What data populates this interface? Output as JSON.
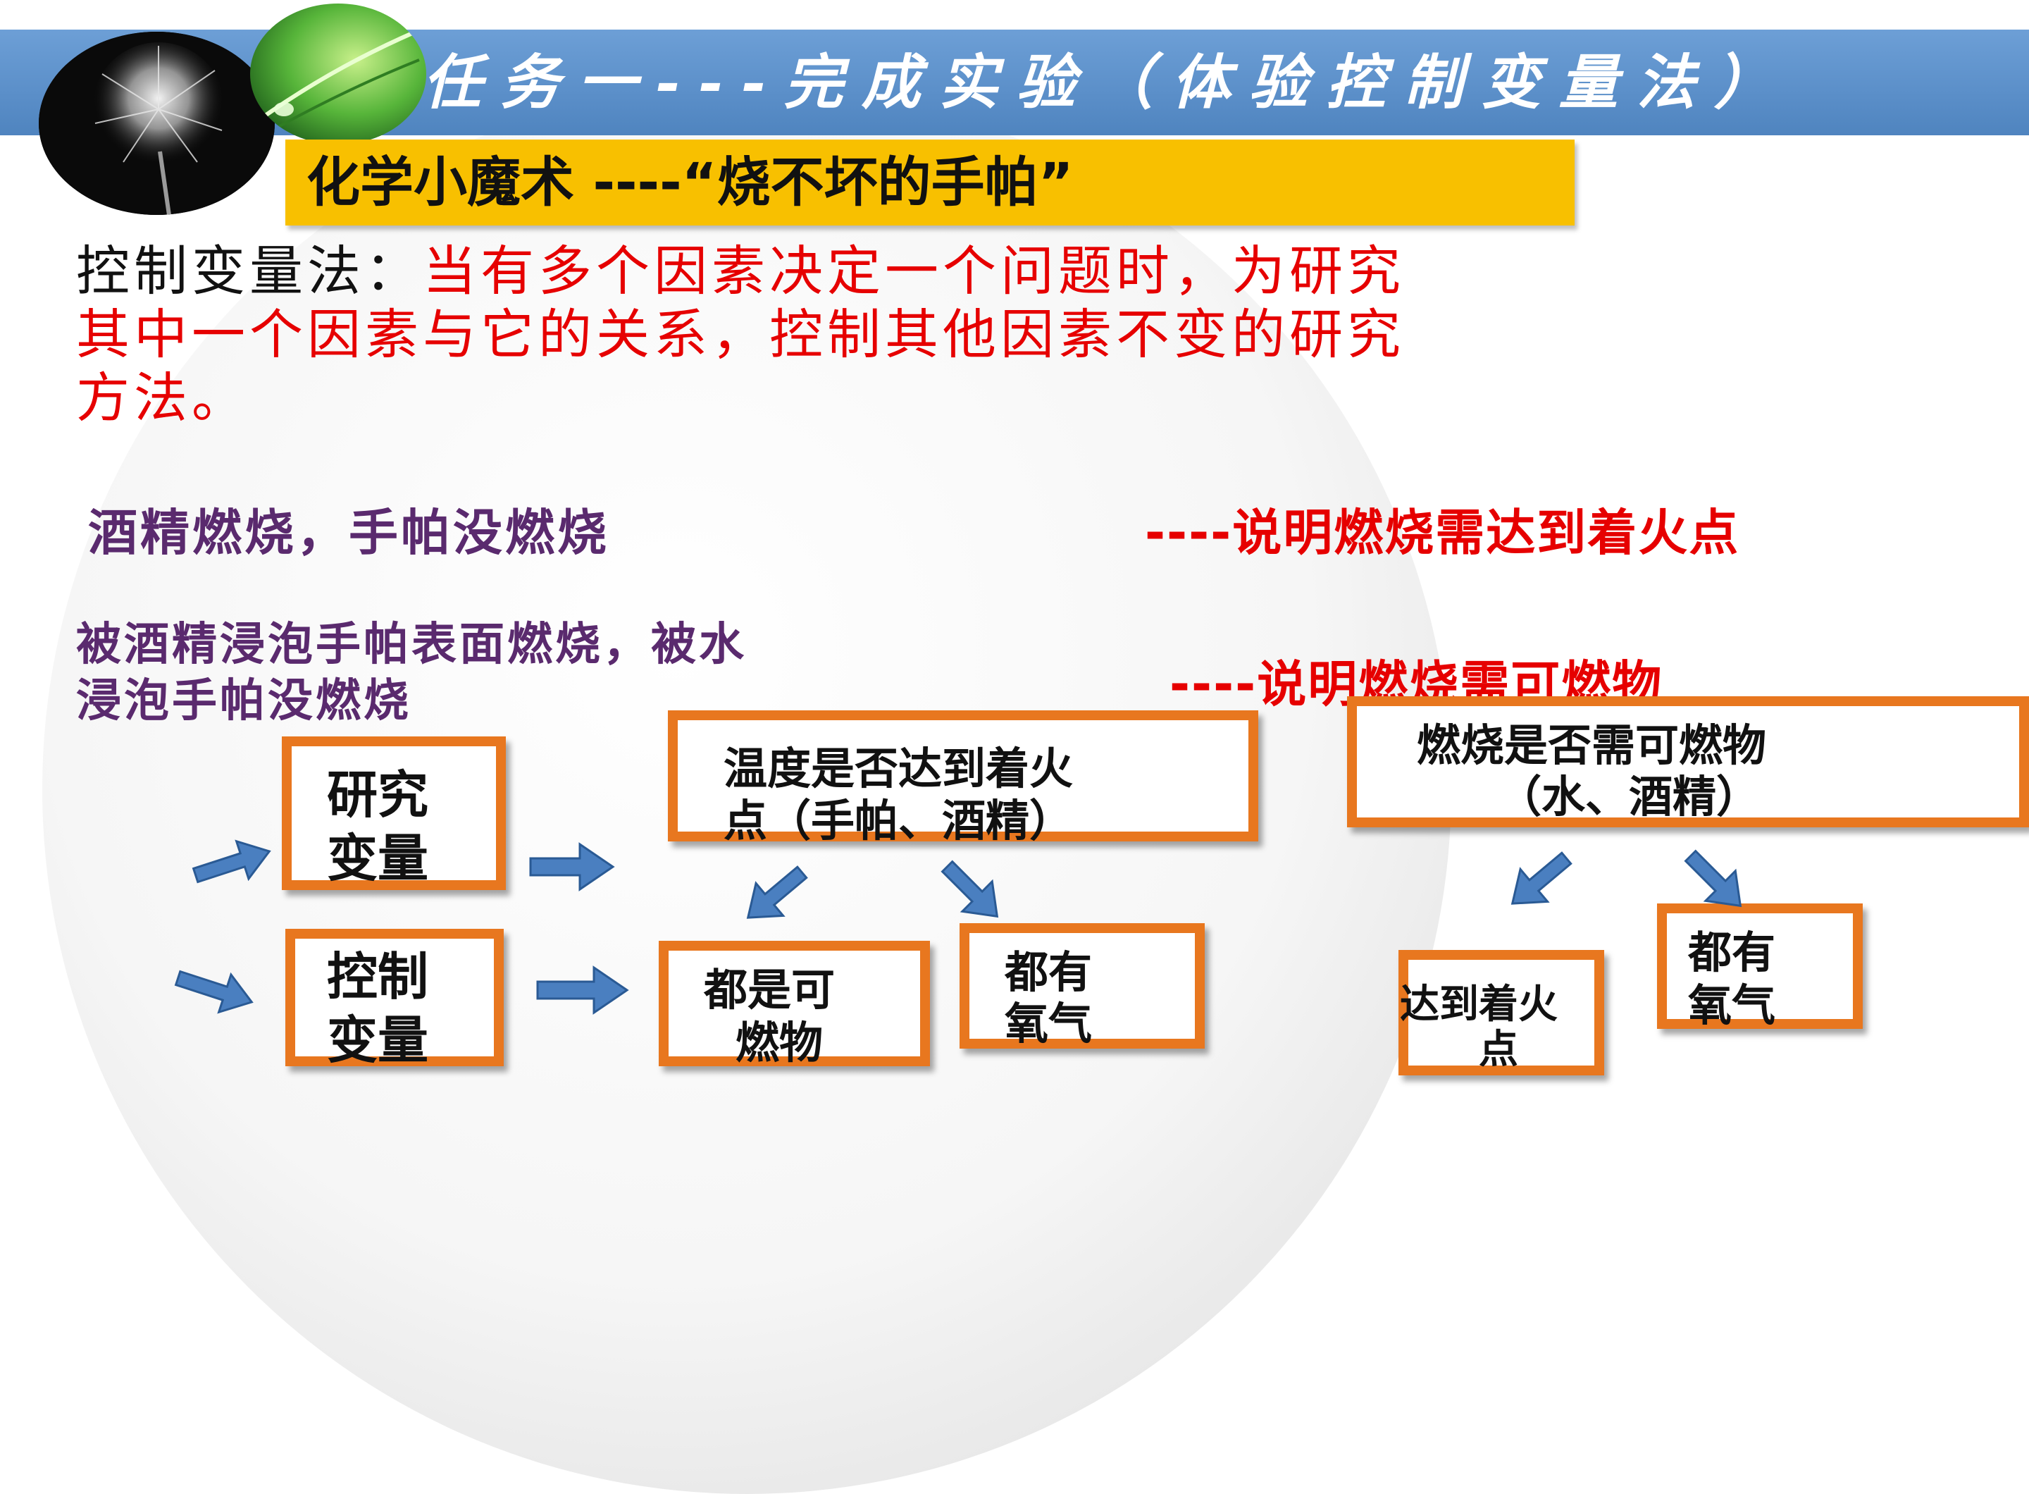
{
  "header": {
    "title": "任务一---完成实验（体验控制变量法）"
  },
  "subtitle": "化学小魔术 ----“烧不坏的手帕”",
  "definition": {
    "lead": "控制变量法：",
    "line1_red": "当有多个因素决定一个问题时，为研究",
    "line2_red": "其中一个因素与它的关系，控制其他因素不变的研究",
    "line3_red": "方法。"
  },
  "observation1": "酒精燃烧，手帕没燃烧",
  "conclusion1": "----说明燃烧需达到着火点",
  "observation2": {
    "line1": "被酒精浸泡手帕表面燃烧，被水",
    "line2": "浸泡手帕没燃烧"
  },
  "conclusion2": "----说明燃烧需可燃物",
  "diagram": {
    "research_var": {
      "line1": "研究",
      "line2": "变量"
    },
    "control_var": {
      "line1": "控制",
      "line2": "变量"
    },
    "temp_box": {
      "line1": "温度是否达到着火",
      "line2": "点（手帕、酒精）"
    },
    "fuel_box": {
      "line1": "燃烧是否需可燃物",
      "line2": "（水、酒精）"
    },
    "both_combustible": {
      "line1": "都是可",
      "line2": "燃物"
    },
    "both_oxygen_1": {
      "line1": "都有",
      "line2": "氧气"
    },
    "reach_ignition": {
      "line1": "达到着火",
      "line2": "点"
    },
    "both_oxygen_2": {
      "line1": "都有",
      "line2": "氧气"
    }
  },
  "colors": {
    "header_blue": "#5b8fc9",
    "subtitle_yellow": "#f8c000",
    "box_border_orange": "#e8771f",
    "arrow_blue": "#4a7fc0",
    "red_text": "#e60000",
    "purple_text": "#5a2a6e"
  }
}
